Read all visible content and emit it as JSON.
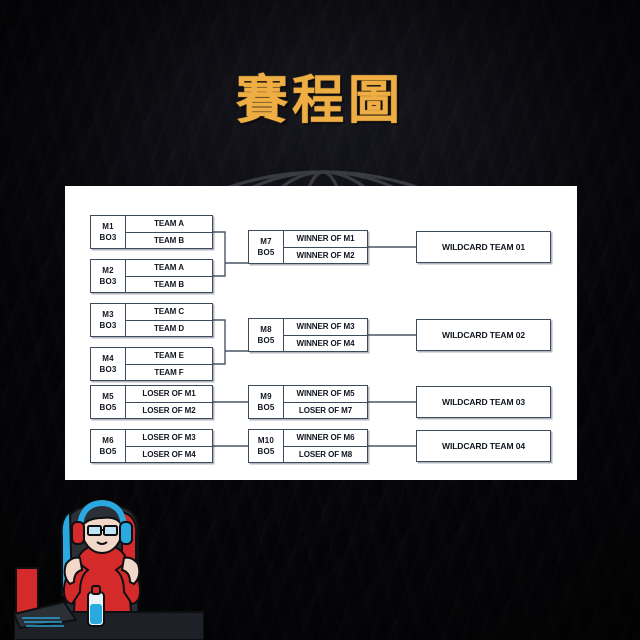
{
  "page": {
    "title": "賽程圖",
    "accent_color": "#eeae43",
    "background_color": "#08080c",
    "panel_color": "#ffffff",
    "box_border_color": "#3c4a5e",
    "box_text_color": "#10161f"
  },
  "decor": {
    "globe_icon": "wireframe-globe-icon",
    "gamer_icon": "gamer-at-desk-illustration",
    "gamer_shirt_color": "#d42a2a",
    "gamer_headphone_color": "#2aa8e0"
  },
  "bracket": {
    "round1": [
      {
        "code": "M1",
        "format": "BO3",
        "slots": [
          "TEAM A",
          "TEAM B"
        ]
      },
      {
        "code": "M2",
        "format": "BO3",
        "slots": [
          "TEAM A",
          "TEAM B"
        ]
      },
      {
        "code": "M3",
        "format": "BO3",
        "slots": [
          "TEAM C",
          "TEAM D"
        ]
      },
      {
        "code": "M4",
        "format": "BO3",
        "slots": [
          "TEAM E",
          "TEAM F"
        ]
      },
      {
        "code": "M5",
        "format": "BO5",
        "slots": [
          "LOSER OF M1",
          "LOSER OF M2"
        ]
      },
      {
        "code": "M6",
        "format": "BO5",
        "slots": [
          "LOSER OF M3",
          "LOSER OF M4"
        ]
      }
    ],
    "round2": [
      {
        "code": "M7",
        "format": "BO5",
        "slots": [
          "WINNER OF M1",
          "WINNER OF M2"
        ]
      },
      {
        "code": "M8",
        "format": "BO5",
        "slots": [
          "WINNER OF M3",
          "WINNER OF M4"
        ]
      },
      {
        "code": "M9",
        "format": "BO5",
        "slots": [
          "WINNER OF M5",
          "LOSER OF M7"
        ]
      },
      {
        "code": "M10",
        "format": "BO5",
        "slots": [
          "WINNER OF M6",
          "LOSER OF M8"
        ]
      }
    ],
    "results": [
      {
        "label": "WILDCARD TEAM 01"
      },
      {
        "label": "WILDCARD TEAM 02"
      },
      {
        "label": "WILDCARD TEAM 03"
      },
      {
        "label": "WILDCARD TEAM 04"
      }
    ]
  }
}
